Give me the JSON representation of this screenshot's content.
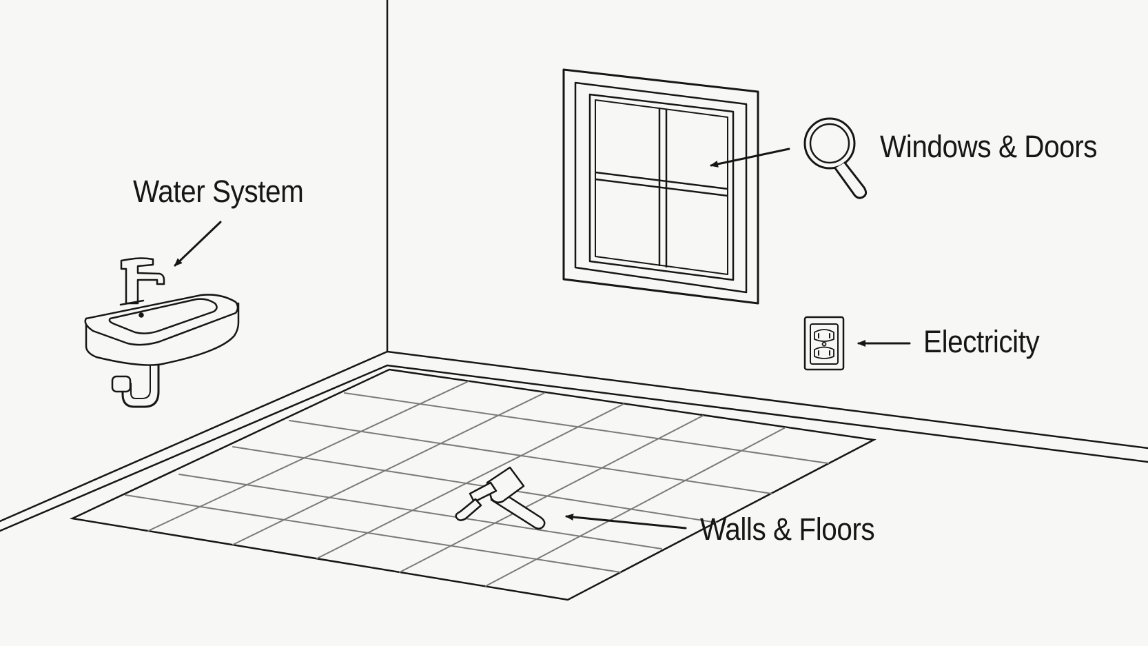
{
  "diagram": {
    "labels": {
      "water_system": "Water System",
      "windows_doors": "Windows & Doors",
      "electricity": "Electricity",
      "walls_floors": "Walls & Floors"
    },
    "icons": [
      "sink-icon",
      "magnifier-icon",
      "outlet-icon",
      "hammer-icon"
    ],
    "colors": {
      "background": "#f7f7f5",
      "ink": "#161616",
      "tile_line": "#7a7a7a"
    }
  }
}
